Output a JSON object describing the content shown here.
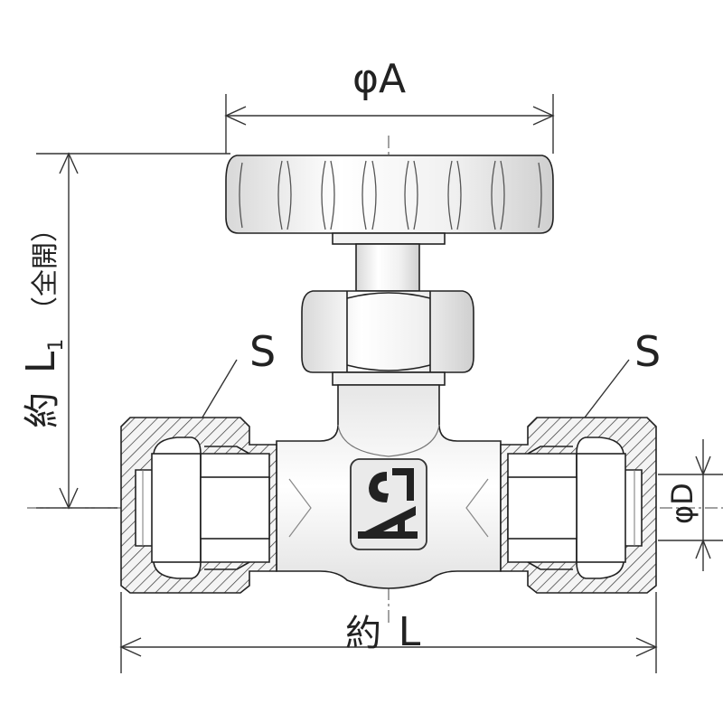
{
  "labels": {
    "dim_a": "φA",
    "dim_l1_prefix": "約",
    "dim_l1_letter": "L",
    "dim_l1_sub": "1",
    "dim_l1_note": "（全開）",
    "dim_l_prefix": "約",
    "dim_l_letter": "L",
    "dim_d": "φD",
    "port_left": "S",
    "port_right": "S"
  }
}
